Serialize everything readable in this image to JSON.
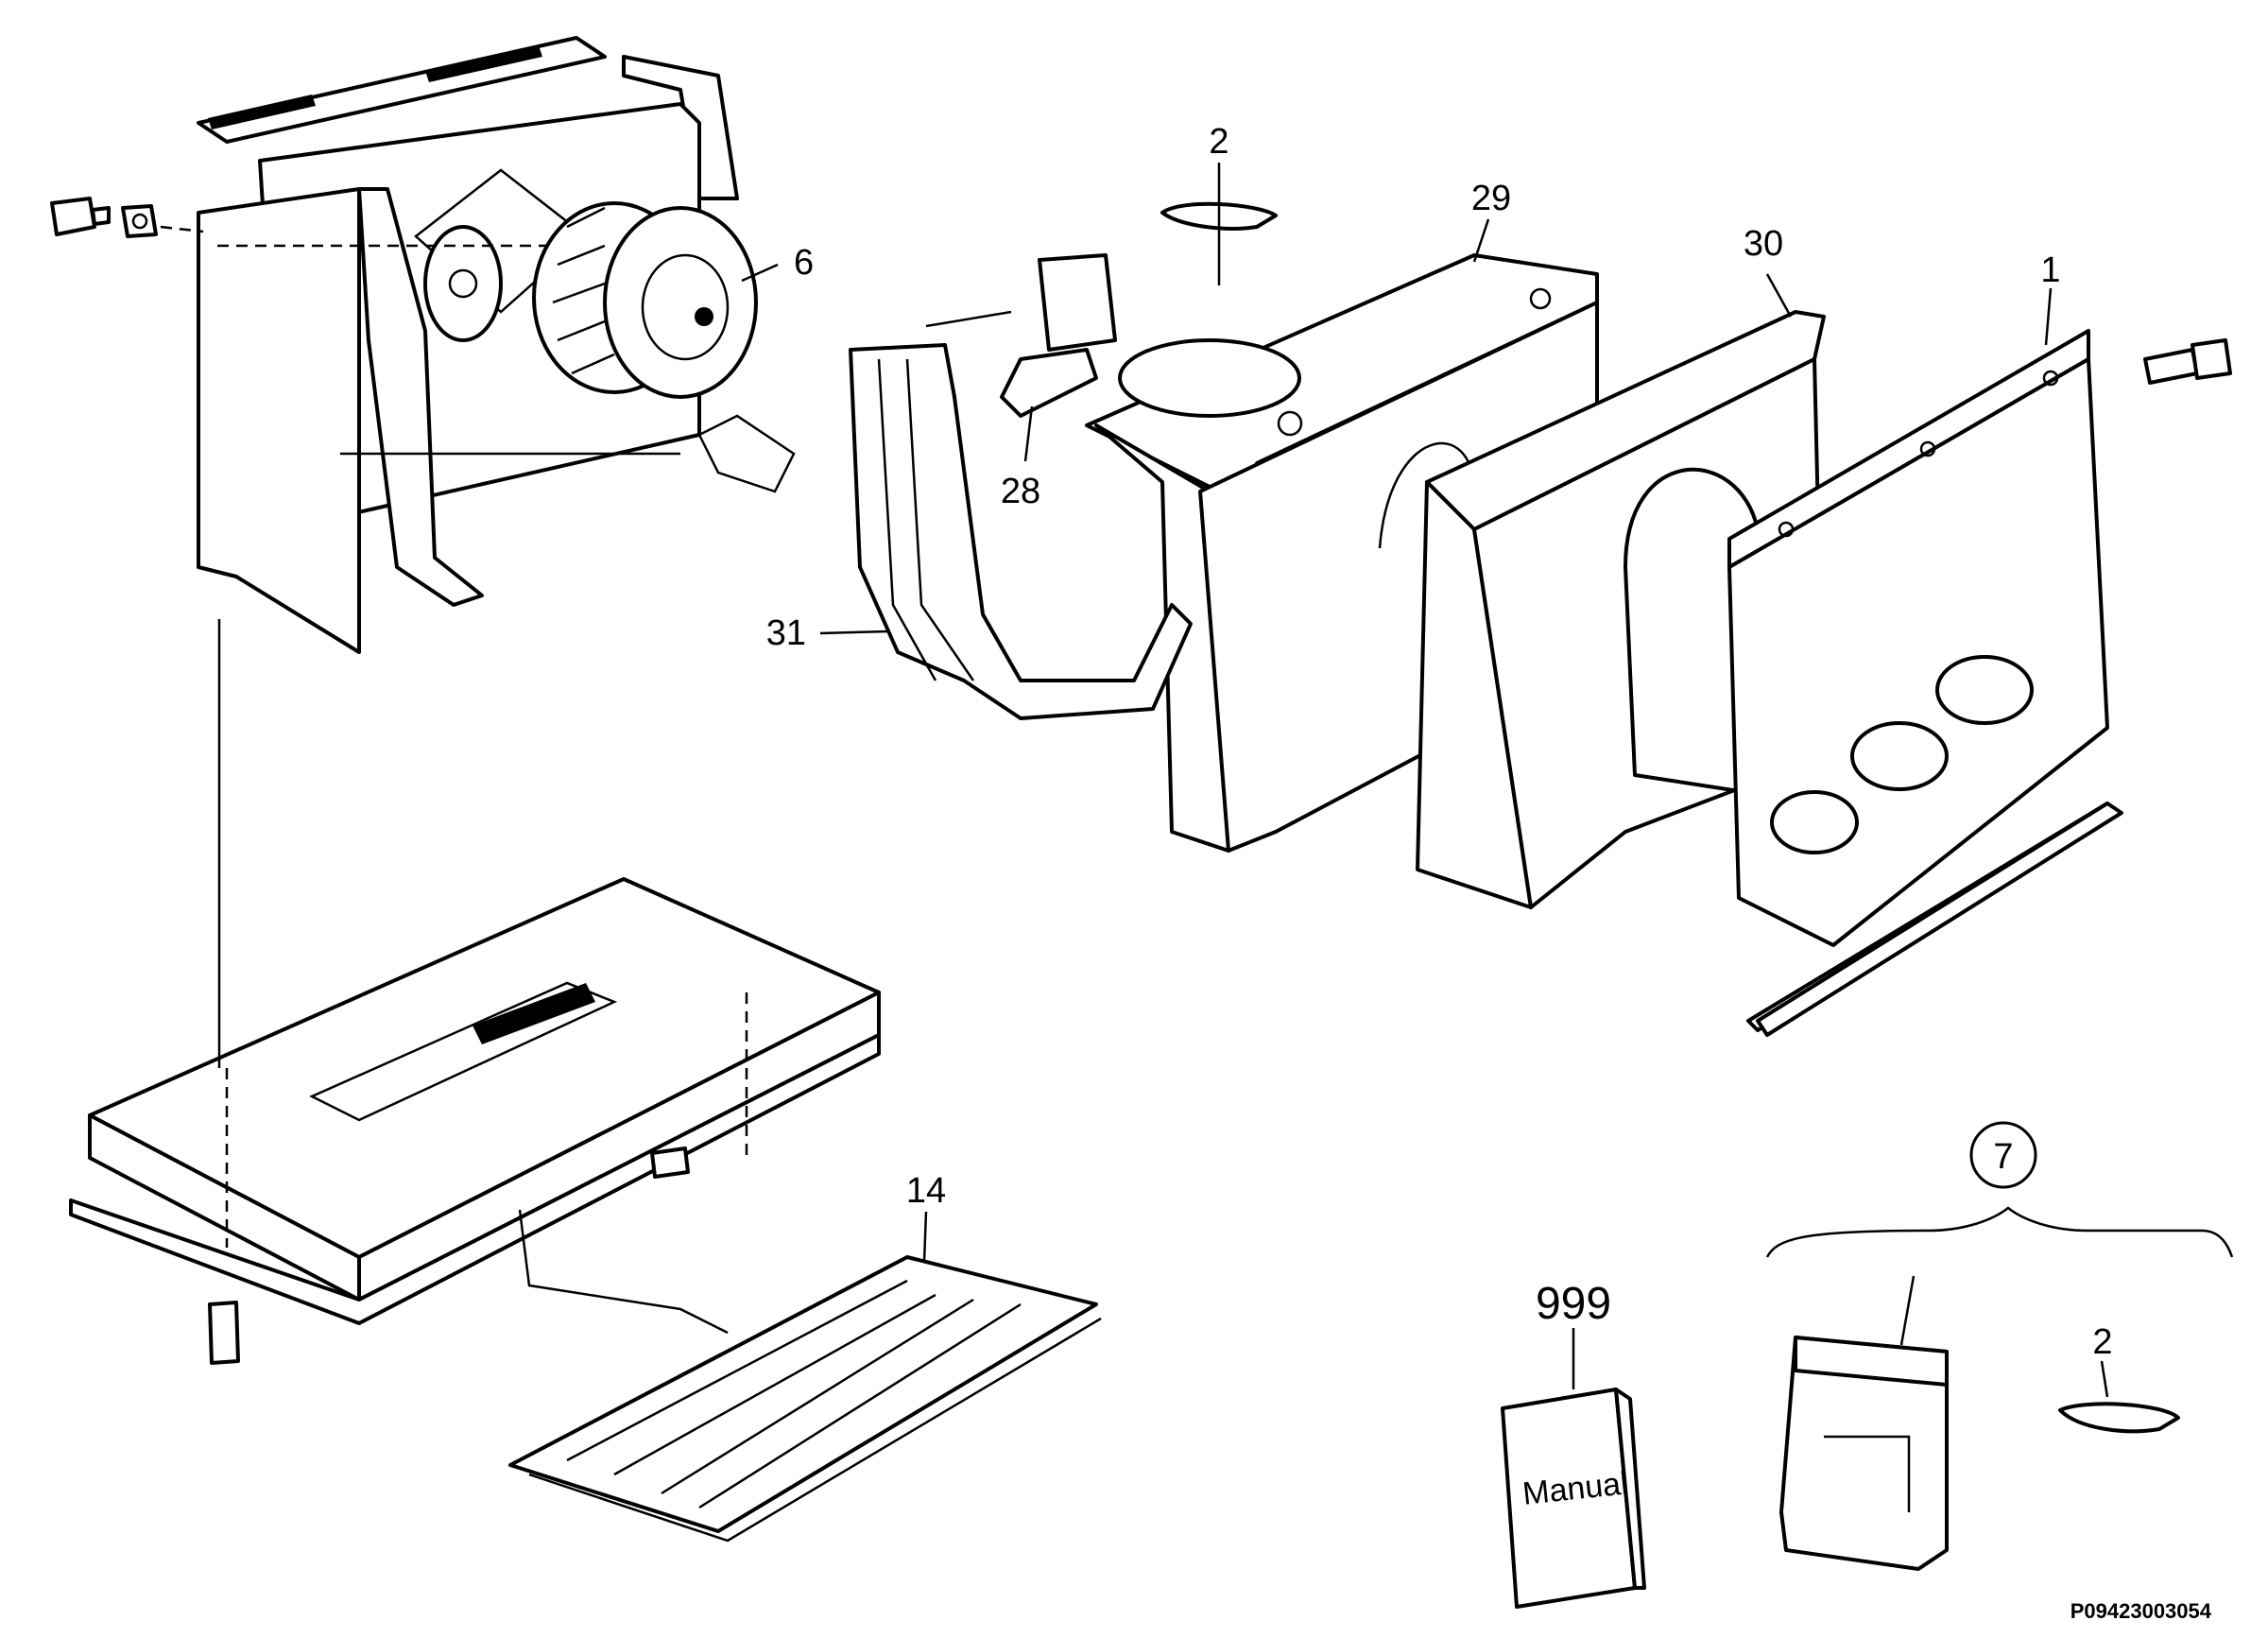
{
  "diagram": {
    "callouts": {
      "c1": "1",
      "c2_top": "2",
      "c2_kit": "2",
      "c6": "6",
      "c7": "7",
      "c14": "14",
      "c28": "28",
      "c29": "29",
      "c30": "30",
      "c31": "31",
      "c999": "999"
    },
    "manual_text": "Manual",
    "drawing_code": "P09423003054"
  }
}
